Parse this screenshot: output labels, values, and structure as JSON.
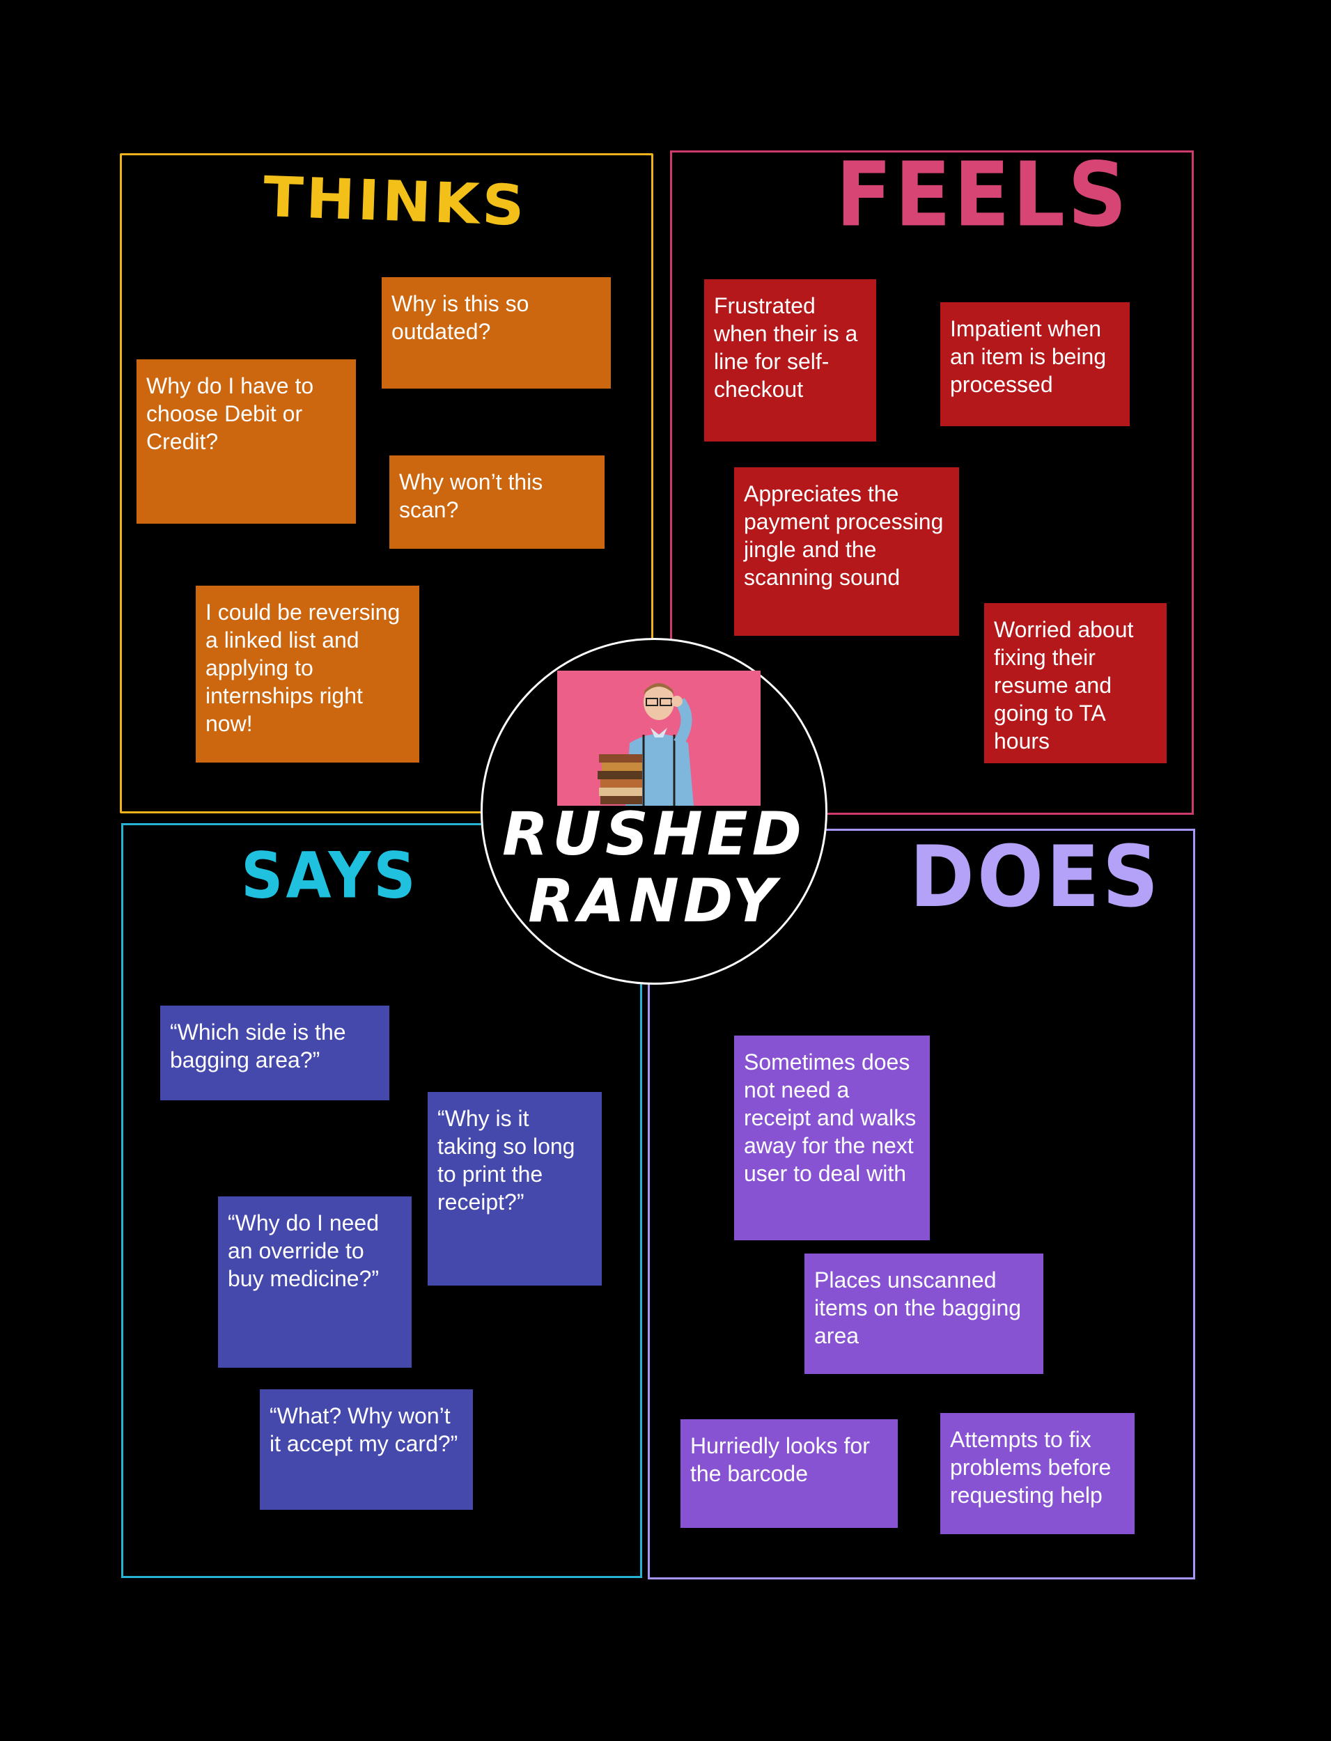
{
  "quadrants": {
    "thinks": {
      "title": "THINKS",
      "notes": [
        "Why is this so outdated?",
        "Why do I have to choose Debit or Credit?",
        "Why won’t this scan?",
        "I could be reversing a linked list and applying to internships right now!"
      ]
    },
    "feels": {
      "title": "FEELS",
      "notes": [
        "Frustrated when their is a line for self-checkout",
        "Impatient when an item is being processed",
        "Appreciates the payment processing jingle and the scanning sound",
        "Worried about fixing their resume and going to TA hours"
      ]
    },
    "says": {
      "title": "SAYS",
      "notes": [
        "“Which side is the bagging area?”",
        "“Why is it taking so long to print the receipt?”",
        "“Why do I need an override to buy medicine?”",
        "“What? Why won’t it accept my card?”"
      ]
    },
    "does": {
      "title": "DOES",
      "notes": [
        "Sometimes does not need a receipt and walks away for the next user to deal with",
        "Places unscanned items on the bagging area",
        "Hurriedly looks for the barcode",
        "Attempts to fix problems before requesting help"
      ]
    }
  },
  "persona": {
    "name_line1": "RUSHED",
    "name_line2": "RANDY"
  },
  "colors": {
    "background": "#000000",
    "thinks": "#f0b21c",
    "feels": "#cc3b6a",
    "says": "#27b3d6",
    "does": "#a597f7",
    "thinks_note": "#cc660f",
    "feels_note": "#b5181a",
    "says_note": "#4549ac",
    "does_note": "#8753d3"
  }
}
